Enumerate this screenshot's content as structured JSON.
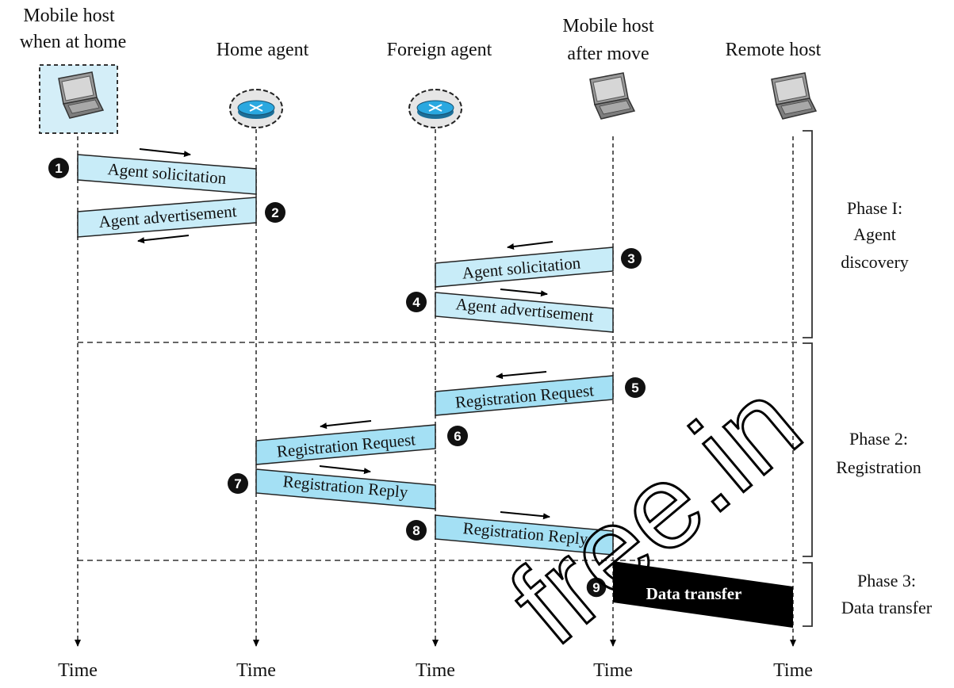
{
  "entities": [
    {
      "line1": "Mobile host",
      "line2": "when at home",
      "time": "Time",
      "icon": "laptop-icon"
    },
    {
      "line1": "Home agent",
      "line2": "",
      "time": "Time",
      "icon": "router-icon"
    },
    {
      "line1": "Foreign agent",
      "line2": "",
      "time": "Time",
      "icon": "router-icon"
    },
    {
      "line1": "Mobile host",
      "line2": "after move",
      "time": "Time",
      "icon": "laptop-icon"
    },
    {
      "line1": "Remote host",
      "line2": "",
      "time": "Time",
      "icon": "laptop-icon"
    }
  ],
  "messages": [
    {
      "step": "1",
      "label": "Agent solicitation",
      "from": 0,
      "to": 1
    },
    {
      "step": "2",
      "label": "Agent advertisement",
      "from": 1,
      "to": 0
    },
    {
      "step": "3",
      "label": "Agent solicitation",
      "from": 3,
      "to": 2
    },
    {
      "step": "4",
      "label": "Agent advertisement",
      "from": 2,
      "to": 3
    },
    {
      "step": "5",
      "label": "Registration Request",
      "from": 3,
      "to": 2
    },
    {
      "step": "6",
      "label": "Registration Request",
      "from": 2,
      "to": 1
    },
    {
      "step": "7",
      "label": "Registration Reply",
      "from": 1,
      "to": 2
    },
    {
      "step": "8",
      "label": "Registration Reply",
      "from": 2,
      "to": 3
    },
    {
      "step": "9",
      "label": "Data transfer",
      "from": 3,
      "to": 4
    }
  ],
  "phases": [
    {
      "line1": "Phase I:",
      "line2": "Agent",
      "line3": "discovery"
    },
    {
      "line1": "Phase 2:",
      "line2": "Registration",
      "line3": ""
    },
    {
      "line1": "Phase 3:",
      "line2": "Data transfer",
      "line3": ""
    }
  ],
  "watermark": "free.in",
  "colors": {
    "message_fill": "#c8ecf8",
    "registration_fill": "#a4e0f4",
    "data_fill": "#000000",
    "router_fill": "#2aa8e0",
    "home_box": "#d4eef8"
  }
}
